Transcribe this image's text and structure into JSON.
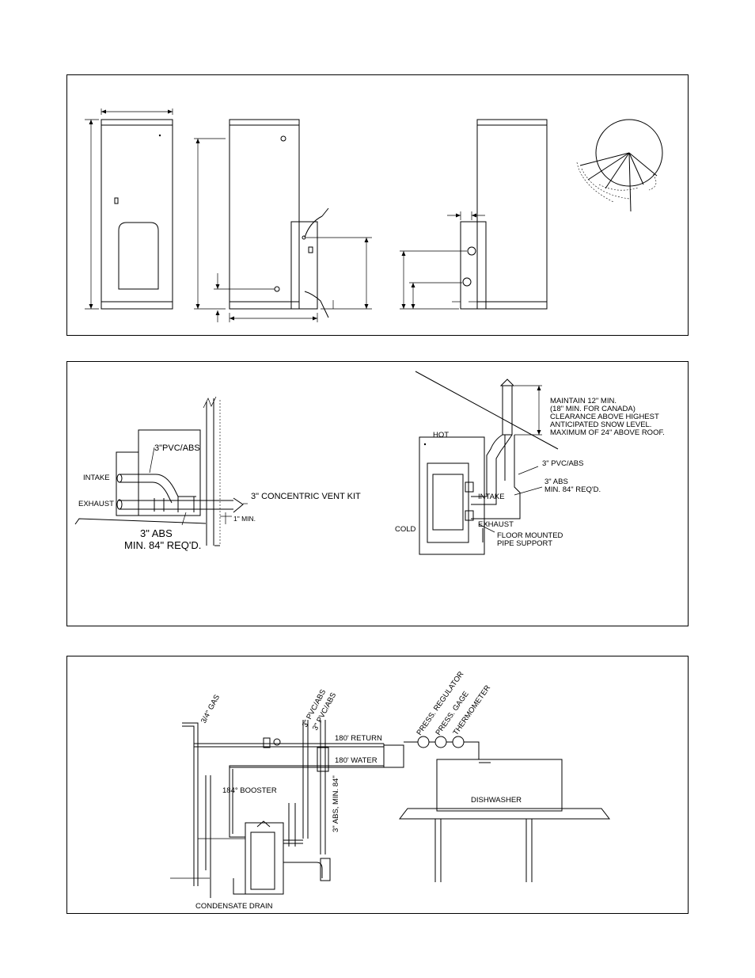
{
  "vent_side": {
    "labels": {
      "intake": "INTAKE",
      "exhaust": "EXHAUST",
      "pvc": "3\"PVC/ABS",
      "kit": "3\" CONCENTRIC VENT KIT",
      "min": "1\" MIN.",
      "abs1": "3\" ABS",
      "abs2": "MIN. 84\" REQ'D."
    }
  },
  "vent_roof": {
    "labels": {
      "maintain1": "MAINTAIN 12\" MIN.",
      "maintain2": "(18\" MIN. FOR CANADA)",
      "maintain3": "CLEARANCE ABOVE HIGHEST",
      "maintain4": "ANTICIPATED SNOW LEVEL.",
      "maintain5": "MAXIMUM OF 24\" ABOVE ROOF.",
      "hot": "HOT",
      "cold": "COLD",
      "pvc": "3\" PVC/ABS",
      "abs1": "3\" ABS",
      "abs2": "MIN. 84\" REQ'D.",
      "intake": "INTAKE",
      "exhaust": "EXHAUST",
      "support1": "FLOOR MOUNTED",
      "support2": "PIPE SUPPORT"
    }
  },
  "piping": {
    "labels": {
      "gas": "3/4\" GAS",
      "pvc1": "3\" PVC/ABS",
      "pvc2": "3\" PVC/ABS",
      "abs": "3\" ABS, MIN. 84\"",
      "ret": "180' RETURN",
      "water": "180' WATER",
      "booster": "184° BOOSTER",
      "reg": "PRESS. REGULATOR",
      "gage": "PRESS. GAGE",
      "thermo": "THERMOMETER",
      "dish": "DISHWASHER",
      "drain": "CONDENSATE DRAIN"
    }
  }
}
